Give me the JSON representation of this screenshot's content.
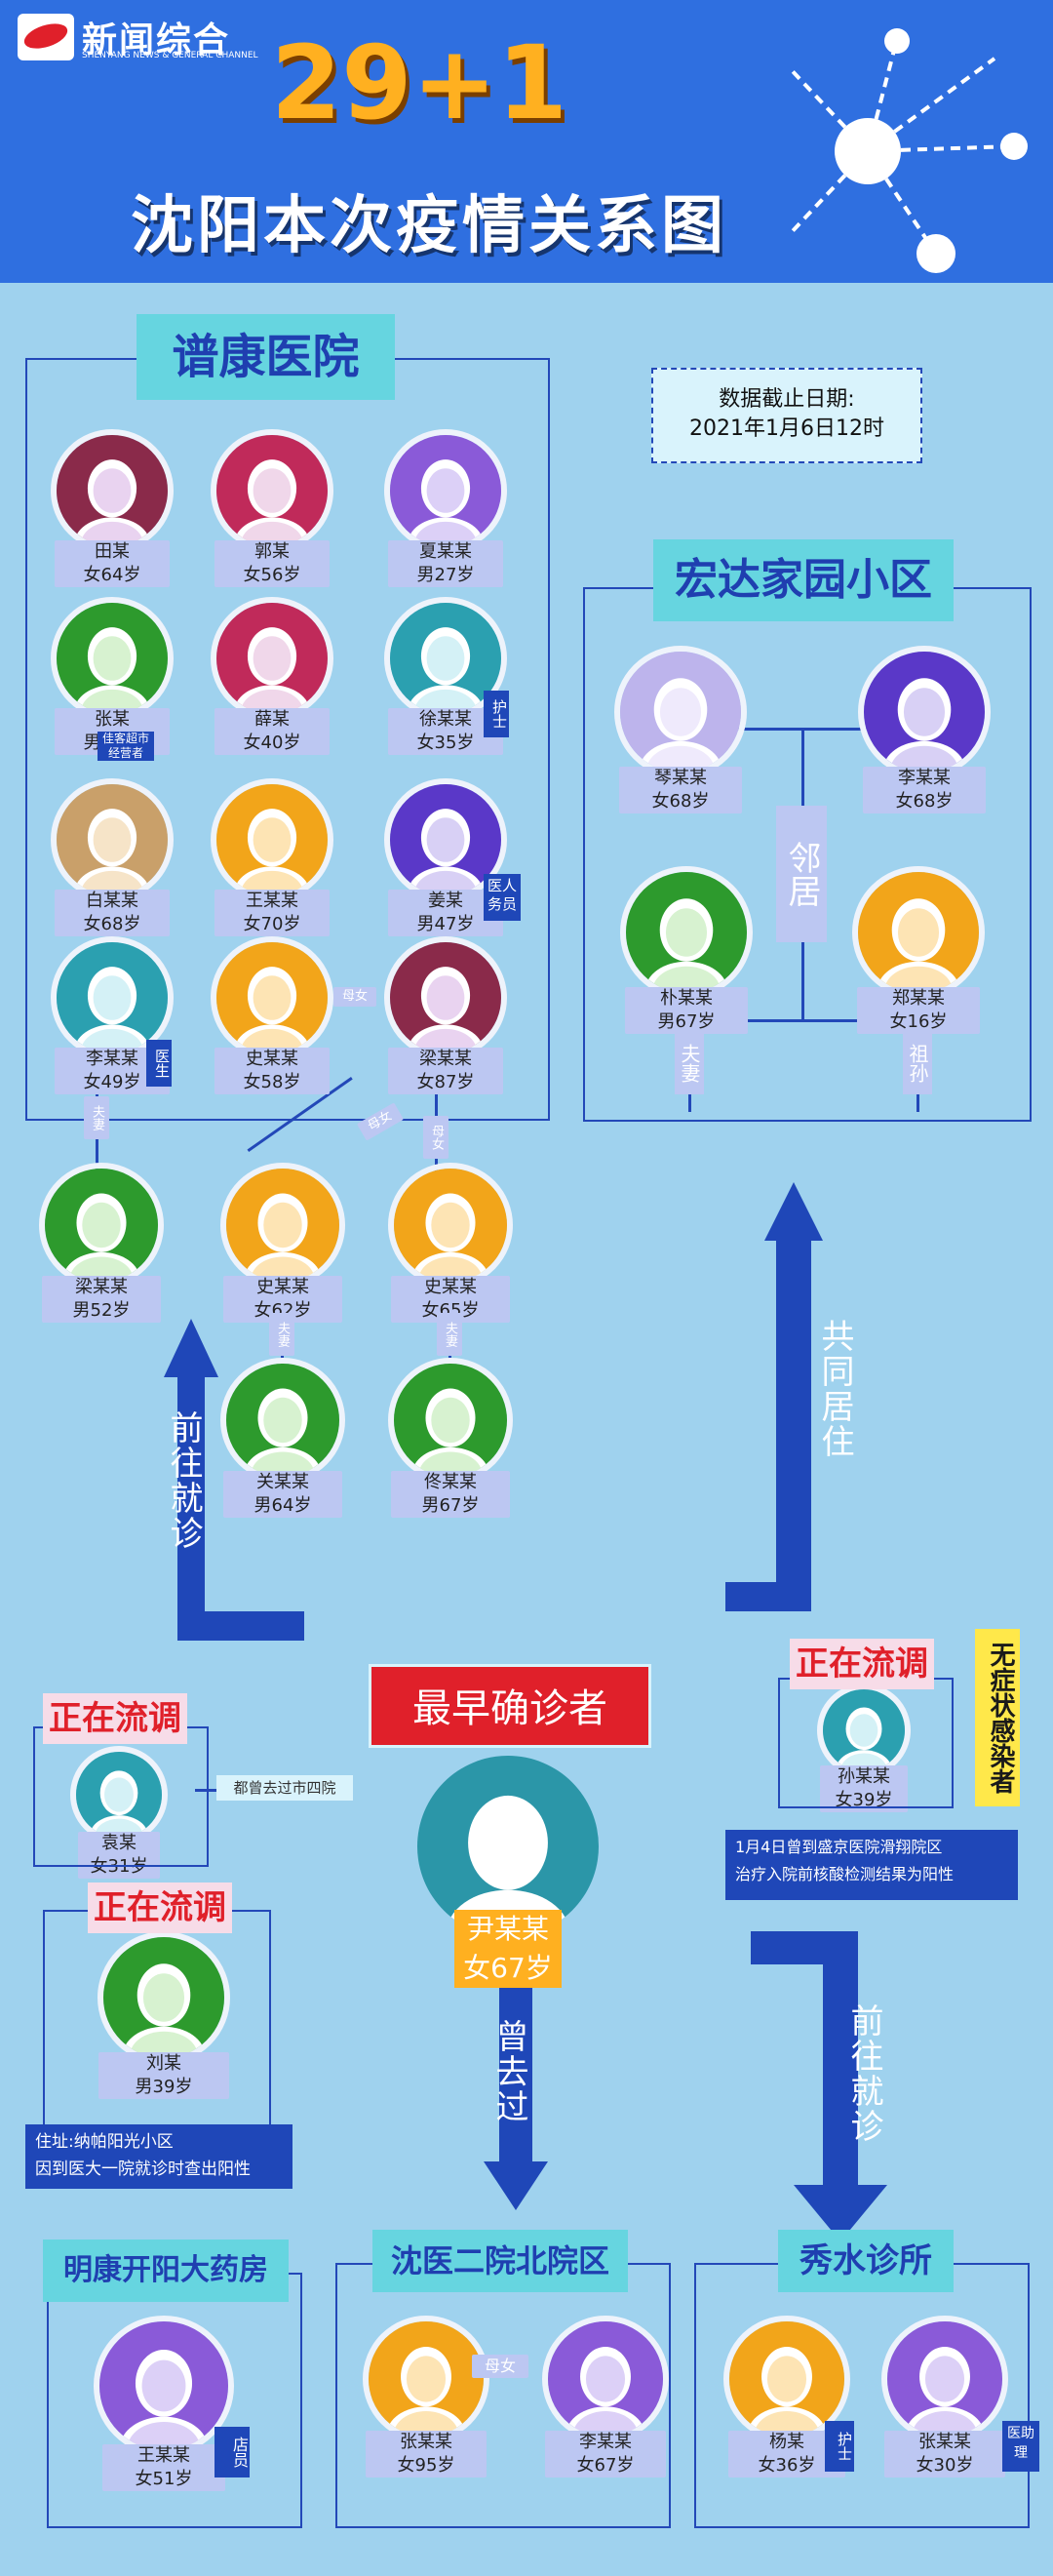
{
  "header": {
    "logo_text": "新闻综合",
    "logo_sub": "SHENYANG NEWS & GENERAL CHANNEL",
    "number": "29+1",
    "title": "沈阳本次疫情关系图"
  },
  "cutoff": {
    "line1": "数据截止日期:",
    "line2": "2021年1月6日12时"
  },
  "hospital": {
    "title": "谱康医院",
    "people": [
      {
        "name": "田某",
        "info": "女64岁"
      },
      {
        "name": "郭某",
        "info": "女56岁"
      },
      {
        "name": "夏某某",
        "info": "男27岁"
      },
      {
        "name": "张某",
        "info": "男48岁",
        "tag": "佳客超市经营者"
      },
      {
        "name": "薛某",
        "info": "女40岁"
      },
      {
        "name": "徐某某",
        "info": "女35岁",
        "tag": "护士"
      },
      {
        "name": "白某某",
        "info": "女68岁"
      },
      {
        "name": "王某某",
        "info": "女70岁"
      },
      {
        "name": "姜某",
        "info": "男47岁",
        "tag": "医人务员"
      },
      {
        "name": "李某某",
        "info": "女49岁",
        "tag": "医生"
      },
      {
        "name": "史某某",
        "info": "女58岁"
      },
      {
        "name": "梁某某",
        "info": "女87岁"
      }
    ],
    "relation_muqin": "母女"
  },
  "family": [
    {
      "name": "梁某某",
      "info": "男52岁"
    },
    {
      "name": "史某某",
      "info": "女62岁"
    },
    {
      "name": "史某某",
      "info": "女65岁"
    },
    {
      "name": "关某某",
      "info": "男64岁"
    },
    {
      "name": "佟某某",
      "info": "男67岁"
    }
  ],
  "family_tags": {
    "fuqi1": "夫妻",
    "munv2": "母女",
    "munv3": "母女",
    "fuqi4": "夫妻",
    "fuqi5": "夫妻"
  },
  "hongda": {
    "title": "宏达家园小区",
    "people": [
      {
        "name": "琴某某",
        "info": "女68岁"
      },
      {
        "name": "李某某",
        "info": "女68岁"
      },
      {
        "name": "朴某某",
        "info": "男67岁"
      },
      {
        "name": "郑某某",
        "info": "女16岁"
      }
    ],
    "neighbor": "邻居",
    "fuqi": "夫妻",
    "zusun": "祖孙"
  },
  "arrows": {
    "left_up": "前往就诊",
    "right_up": "共同居住",
    "down_mid": "曾去过",
    "down_right": "前往就诊"
  },
  "earliest": {
    "title": "最早确诊者",
    "name": "尹某某",
    "info": "女67岁"
  },
  "tracing_label": "正在流调",
  "yuan": {
    "name": "袁某",
    "info": "女31岁",
    "link": "都曾去过市四院"
  },
  "liu": {
    "name": "刘某",
    "info": "男39岁",
    "addr1": "住址:纳帕阳光小区",
    "addr2": "因到医大一院就诊时查出阳性"
  },
  "sun": {
    "name": "孙某某",
    "info": "女39岁",
    "asym": "无症状感染者",
    "note1": "1月4日曾到盛京医院滑翔院区",
    "note2": "治疗入院前核酸检测结果为阳性"
  },
  "pharmacy": {
    "title": "明康开阳大药房",
    "name": "王某某",
    "info": "女51岁",
    "tag": "店员"
  },
  "shenyi": {
    "title": "沈医二院北院区",
    "people": [
      {
        "name": "张某某",
        "info": "女95岁"
      },
      {
        "name": "李某某",
        "info": "女67岁"
      }
    ],
    "relation": "母女"
  },
  "xiushui": {
    "title": "秀水诊所",
    "people": [
      {
        "name": "杨某",
        "info": "女36岁",
        "tag": "护士"
      },
      {
        "name": "张某某",
        "info": "女30岁",
        "tag": "医助理"
      }
    ]
  },
  "colors": {
    "bg": "#9fd2ee",
    "header": "#2f6fe0",
    "dark_blue": "#1f47b8",
    "accent_orange": "#ffb020",
    "red": "#e0202a",
    "cyan": "#66d5e0",
    "label": "#bcc7f2"
  }
}
